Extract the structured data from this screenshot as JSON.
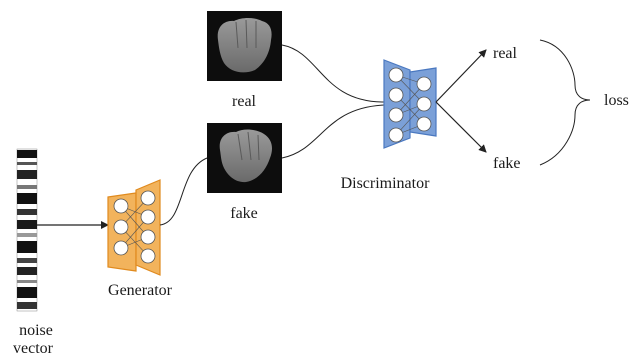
{
  "labels": {
    "noise_line1": "noise",
    "noise_line2": "vector",
    "generator": "Generator",
    "real_image": "real",
    "fake_image": "fake",
    "discriminator": "Discriminator",
    "out_real": "real",
    "out_fake": "fake",
    "loss": "loss"
  },
  "colors": {
    "generator_fill": "#f2b35c",
    "generator_stroke": "#e08a1e",
    "discriminator_fill": "#7ba0d8",
    "discriminator_stroke": "#4a78c0",
    "node_fill": "#ffffff",
    "node_stroke": "#555555",
    "line": "#222222"
  }
}
